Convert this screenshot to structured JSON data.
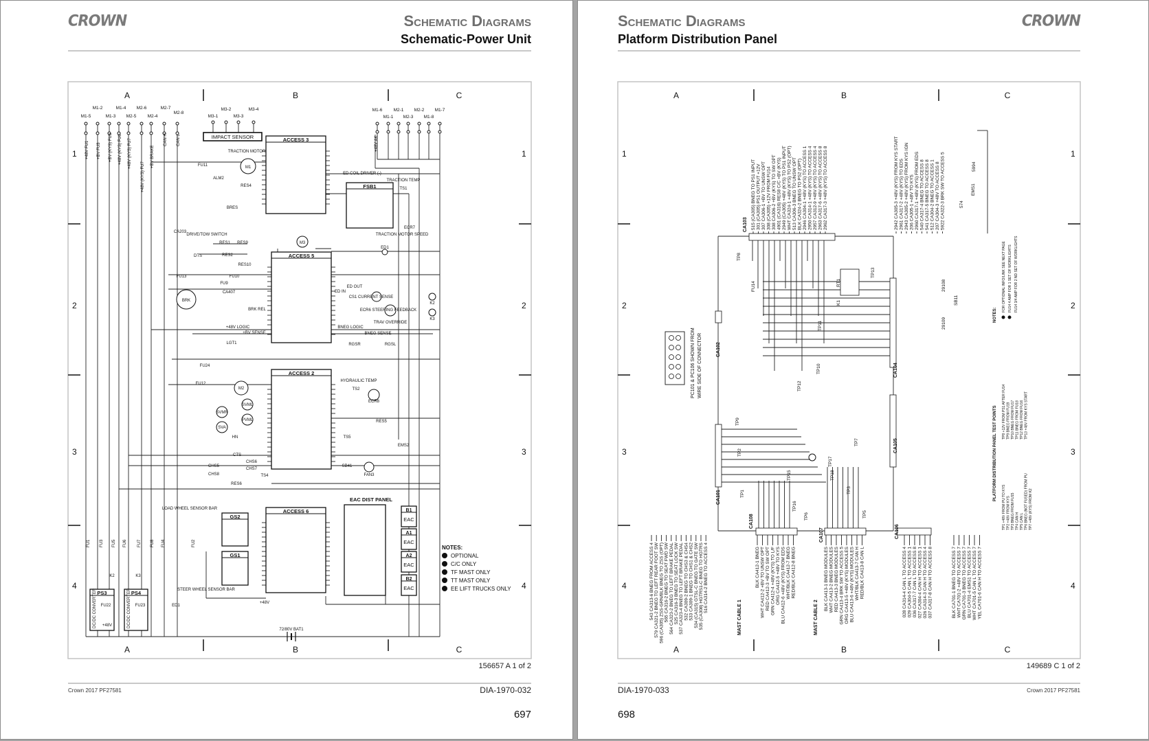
{
  "left_page": {
    "logo": "CROWN",
    "title": "Schematic Diagrams",
    "subtitle": "Schematic-Power Unit",
    "drawing_ref": "156657 A 1 of 2",
    "footer_left": "Crown 2017 PF27581",
    "footer_right": "DIA-1970-032",
    "page_number": "697",
    "grid": {
      "cols": [
        "A",
        "B",
        "C"
      ],
      "rows": [
        "1",
        "2",
        "3",
        "4"
      ]
    },
    "boxes": [
      "ACCESS 3",
      "FSB1",
      "ACCESS 5",
      "ACCESS 2",
      "ACCESS 6",
      "EAC DIST PANEL",
      "GS2",
      "GS1",
      "PS3",
      "PS4",
      "IMPACT SENSOR",
      "B1",
      "A1",
      "A2",
      "B2"
    ],
    "eac_label": "EAC",
    "labels": [
      "M1-5",
      "M1-2",
      "M1-3",
      "M1-4",
      "M2-5",
      "M2-6",
      "M2-4",
      "M2-7",
      "M2-8",
      "M3-1",
      "M3-2",
      "M3-3",
      "M3-4",
      "M1-6",
      "M1-1",
      "M2-1",
      "M2-3",
      "M2-2",
      "M1-8",
      "M1-7",
      "+48V FU1",
      "+BV FU3",
      "+BV (KYS) FU5",
      "+48V (KYS) FU6",
      "+48V (KYS) FU7",
      "+48V (KYS) FU7",
      "+BV BRAKE",
      "CAN H",
      "CAN L",
      "+48V AK",
      "TRACTION MOTOR",
      "FU11",
      "ALM2",
      "RES4",
      "BRES",
      "ED COIL DRIVER (-)",
      "TRACTION TEMP",
      "TS1",
      "ECR7",
      "TRACTION MOTOR SPEED",
      "CA203",
      "DRIVE/TOW SWITCH",
      "RES1",
      "RES9",
      "DTS",
      "RES2",
      "RES10",
      "ED1",
      "FU13",
      "FU10",
      "FU9",
      "CA407",
      "BRK",
      "BRK REL",
      "ED OUT",
      "ED IN",
      "CS1 CURRENT SENSE",
      "ECR6 STEERING FEEDBACK",
      "TRAV OVERRIDE",
      "K2",
      "K3",
      "+48V LOGIC",
      "+BV SENSE",
      "BNEG LOGIC",
      "BNEG SENSE",
      "RGSR",
      "RGSL",
      "LGT1",
      "FU24",
      "FU12",
      "M2",
      "HYDRAULIC TEMP",
      "TS2",
      "ECR8",
      "SVML",
      "SVMR",
      "PVML",
      "SVA",
      "HN",
      "RES5",
      "EMS2",
      "TS5",
      "SB41",
      "FAN3",
      "CTS",
      "CHS6",
      "CHS5",
      "CHS7",
      "CHS8",
      "RES6",
      "TS4",
      "LOAD WHEEL SENSOR BAR",
      "STEER WHEEL SENSOR BAR",
      "+48V",
      "ED1",
      "FU1",
      "FU3",
      "FU5",
      "FU6",
      "FU7",
      "FU8",
      "FU4",
      "FU2",
      "K2",
      "K3",
      "FU22",
      "FU23",
      "+48V",
      "72/80V BAT1",
      "M1",
      "M3",
      "DC/DC CONVERTER",
      "DC/DC CONVERTER"
    ],
    "notes": {
      "title": "NOTES:",
      "items": [
        {
          "num": "1",
          "text": "OPTIONAL"
        },
        {
          "num": "2",
          "text": "C/C ONLY"
        },
        {
          "num": "3",
          "text": "TF MAST ONLY"
        },
        {
          "num": "4",
          "text": "TT MAST ONLY"
        },
        {
          "num": "5",
          "text": "EE LIFT TRUCKS ONLY"
        }
      ]
    }
  },
  "right_page": {
    "logo": "CROWN",
    "title": "Schematic Diagrams",
    "subtitle": "Platform Distribution Panel",
    "drawing_ref": "149689 C 1 of 2",
    "footer_left": "DIA-1970-033",
    "footer_right": "Crown 2017 PF27581",
    "page_number": "698",
    "grid": {
      "cols": [
        "A",
        "B",
        "C"
      ],
      "rows": [
        "1",
        "2",
        "3",
        "4"
      ]
    },
    "connectors": [
      "CA103",
      "CA102",
      "CA101",
      "CA104",
      "CA105",
      "CA108",
      "CA107",
      "CA106"
    ],
    "test_point_labels": [
      "TP8",
      "TP13",
      "TP11",
      "TP10",
      "TP12",
      "TP9",
      "TP2",
      "TP7",
      "TP15",
      "TP17",
      "TP18",
      "TP16",
      "TP1",
      "TP6",
      "TP3",
      "TP5",
      "FU14",
      "RT1",
      "K1",
      "29108",
      "29109",
      "SB11"
    ],
    "ca103_wires": [
      "515 (CA305) BNEG TO PS1 INPUT",
      "301 (CA305) PS1 OUTPUT +12V",
      "307 CA306-1 +BV TO UNSW OPT",
      "308 (CA305) +12V FROM FU14",
      "308 CA306-2 +BV (KYS) TO SW OPT",
      "4901 (CA316) RES8 C/C +BV (KYS)",
      "2949 (CA305) +48V (KYS) TO PS1 INPUT",
      "WHT CA324-1 +48V (KYS) TO PS2 (OPT)",
      "513 CA306-3 BNEG TO UNSW OPT",
      "BLK CA324-2 BNEG TO PS2 (OPT)",
      "2946 CA304-1 +48V (KYS) TO ACCESS 1",
      "2950 CA314-1 +48V (KYS) TO ACCESS 4",
      "2957 CA312-9 +48V (KYS) TO ACCESS 4",
      "2963 CA317-6 +48V (KYS) TO ACCESS 8",
      "2962 CA317-3 +48V (KYS) TO ACCESS 8"
    ],
    "top_right_wires": [
      "2942 CA305-3 +48V (KYS) FROM KYS START",
      "2961 CA317-2 +48V (KYS) TO EDS",
      "2943 CA305-2 +48V (KYS) FROM KYS IGN",
      "206 CA305-1 +48V TO KYS",
      "2960 CA317-1 +48V (KYS) FROM EDS",
      "540 CA317-4 BNEG TO ACCESS 8",
      "541 CA317-5 BNEG TO ACCESS 8",
      "512 CA304-2 BNEG TO ACCESS 1",
      "207 CA304-3 +48V TO ACCESS 8",
      "5922 CA322-3 BRK SW TO ACCESS 5"
    ],
    "ems1": {
      "label": "EMS1",
      "left_wire": "574",
      "right_wire": "5994"
    },
    "left_bottom_wires": [
      "543 CA313-6 BNEG FROM ACCESS 4",
      "579 CA321-2 BNEG TO LEFT REAR FOOT SW",
      "596 (CA305) ZSS-GRN/BLK BNEG TO ZSS (OPT)",
      "565 CA316-2 BNEG TO SEAT FWD SW",
      "564 CA323-2 BNEG TO LEFT BRAKE PEDAL",
      "525 CA316-3 BNEG TO SEAT LOCK SW",
      "537 CA323-4 BNEG TO LEFT BRAKE PEDAL",
      "532 CA309-2 BNEG TO CHS3 & CHS4",
      "533 CA309-1 BNEG TO CHS1 & CHS2",
      "534 (CA315) GTSL-C BNEG TO GATE SW",
      "535 (CA308) HGTRS1-C BNEG TO HGTRS",
      "516 CA314-2 BNEG TO ACCESS 4"
    ],
    "mast_cable_1": {
      "title": "MAST CABLE 1",
      "wires": [
        "BLK CA412-1 BNEG",
        "WHT CA412-2 +BV TO UNSW OPT",
        "RED CA412-3 +BV TO SW OPT",
        "GRN CA412-4 +48V (KYS) TO L/F",
        "ORG CA412-5 +48V TO KYS",
        "BLU CA412-6 +48V (KYS) FROM EDS",
        "WHT/BLK CA412-7 BNEG",
        "RED/BLK CA412-8 BNEG"
      ]
    },
    "mast_cable_2": {
      "title": "MAST CABLE 2",
      "wires": [
        "BLK CA413-1 BNEG MODULES",
        "WHT CA413-2 BNEG MODULES",
        "RED CA413-3 BNEG MODULES",
        "GRN CA413-4 BRK SW TO ACCESS 5",
        "ORG CA413-5 +48V (KYS) MODULES",
        "BLU CA413-6 +48V (KYS) MODULES",
        "WHT/BLK CA413-7 CAN H",
        "RED/BLK CA413-8 CAN L"
      ]
    },
    "can_wires": [
      "028 CA314-4 CAN L TO ACCESS 4",
      "029 CA304-5 CAN L TO ACCESS 1",
      "036 CA317-7 CAN L TO ACCESS 8",
      "027 CA304-4 CAN H TO ACCESS 1",
      "026 CA314-3 CAN H TO ACCESS 4",
      "037 CA317-8 CAN H TO ACCESS 8"
    ],
    "access7_wires": [
      "BLK CA701-1 BNEG TO ACCESS 7",
      "WHT CA701-2 +48V TO ACCESS 7",
      "GRN CA701-3 BNEG TO ACCESS 7",
      "BLU CA701-4 EMS1 TO ACCESS 7",
      "WHT CA701-5 CAN L TO ACCESS 7",
      "YEL CA701-6 CAN H TO ACCESS 7"
    ],
    "connector_note": [
      "PC101 & PC106 SHOWN FROM",
      "WIRE SIDE OF CONNECTOR"
    ],
    "test_points": {
      "title": "PLATFORM DISTRIBUTION PANEL TEST POINTS",
      "col1": [
        "TP1 +48V FROM PU TO KYS",
        "TP2 +48V FROM KYS",
        "TP3 BNEG FROM FU15",
        "TP4 CAN H",
        "TP5 CAN L",
        "TP6 BNEG (NOT FUSED) FROM PU",
        "TP7 +48V (KYS) FROM K2"
      ],
      "col2": [
        "TP8 +12V FROM PS1 AFTER FU14",
        "TP9 BNEG FROM FU19",
        "TP10 BNEG FROM FU17",
        "TP11 BNEG FROM FU18",
        "TP12 BNEG FROM FU16",
        "TP13 +48V FROM KYS START"
      ]
    },
    "notes": {
      "title": "NOTES:",
      "items": [
        "FOR OPTIONAL INFO/LINK SEE NEXT PAGE",
        "FU14 4 AMP FOR 1 SET OF WORKLIGHTS",
        "FU14 3/4 AMP FOR 2 ND SET OF WORKLIGHTS"
      ]
    }
  }
}
